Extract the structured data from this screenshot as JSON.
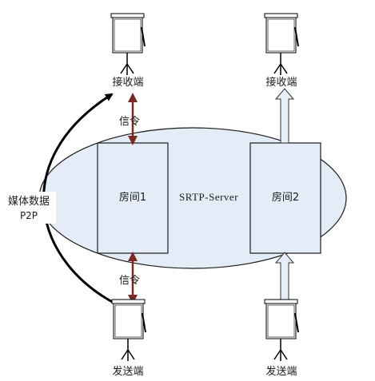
{
  "server": {
    "label": "SRTP-Server"
  },
  "rooms": [
    {
      "label": "房间1"
    },
    {
      "label": "房间2"
    }
  ],
  "endpoints": {
    "top_left": "接收端",
    "top_right": "接收端",
    "bottom_left": "发送端",
    "bottom_right": "发送端"
  },
  "signals": {
    "top": "信令",
    "bottom": "信令"
  },
  "media": {
    "line1": "媒体数据",
    "line2": "P2P"
  },
  "colors": {
    "ellipse_fill": "#e4ecf7",
    "room_fill": "#e4ecf7",
    "signal_arrow": "#7a2a22",
    "media_arrow": "#e8eef7",
    "stroke": "#1a1a1a"
  }
}
